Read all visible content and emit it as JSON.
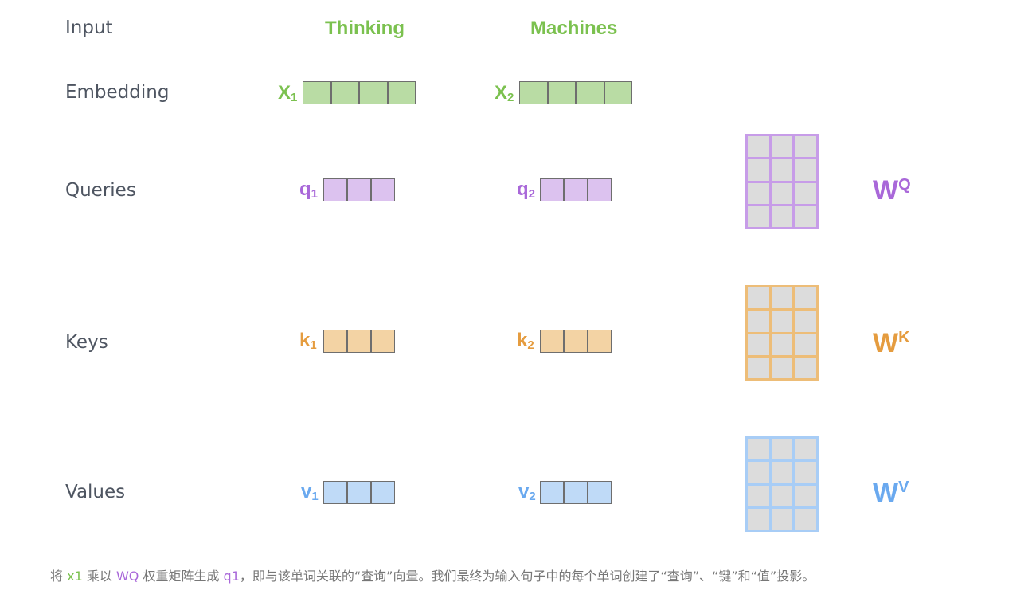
{
  "colors": {
    "label_text": "#4e5561",
    "embedding": "#7bc14f",
    "embedding_fill": "#b9dca4",
    "query": "#a968d9",
    "query_fill": "#dcc2ef",
    "key": "#e59c3f",
    "key_fill": "#f3d3a4",
    "value": "#6aa9ef",
    "value_fill": "#bfdaf7",
    "matrix_cell": "#dcdcdc",
    "caption_text": "#777777"
  },
  "row_labels": {
    "input": "Input",
    "embedding": "Embedding",
    "queries": "Queries",
    "keys": "Keys",
    "values": "Values"
  },
  "words": [
    "Thinking",
    "Machines"
  ],
  "embeddings": [
    {
      "base": "X",
      "sub": "1",
      "cells": 4
    },
    {
      "base": "X",
      "sub": "2",
      "cells": 4
    }
  ],
  "queries": [
    {
      "base": "q",
      "sub": "1",
      "cells": 3
    },
    {
      "base": "q",
      "sub": "2",
      "cells": 3
    }
  ],
  "keys": [
    {
      "base": "k",
      "sub": "1",
      "cells": 3
    },
    {
      "base": "k",
      "sub": "2",
      "cells": 3
    }
  ],
  "values": [
    {
      "base": "v",
      "sub": "1",
      "cells": 3
    },
    {
      "base": "v",
      "sub": "2",
      "cells": 3
    }
  ],
  "weight_matrices": [
    {
      "base": "W",
      "sup": "Q",
      "rows": 4,
      "cols": 3
    },
    {
      "base": "W",
      "sup": "K",
      "rows": 4,
      "cols": 3
    },
    {
      "base": "W",
      "sup": "V",
      "rows": 4,
      "cols": 3
    }
  ],
  "caption": {
    "p1": "将 ",
    "x1": "x1",
    "p2": " 乘以 ",
    "wq": "WQ",
    "p3": " 权重矩阵生成 ",
    "q1": "q1",
    "p4": "，即与该单词关联的“查询”向量。我们最终为输入句子中的每个单词创建了“查询”、“键”和“值”投影。"
  }
}
